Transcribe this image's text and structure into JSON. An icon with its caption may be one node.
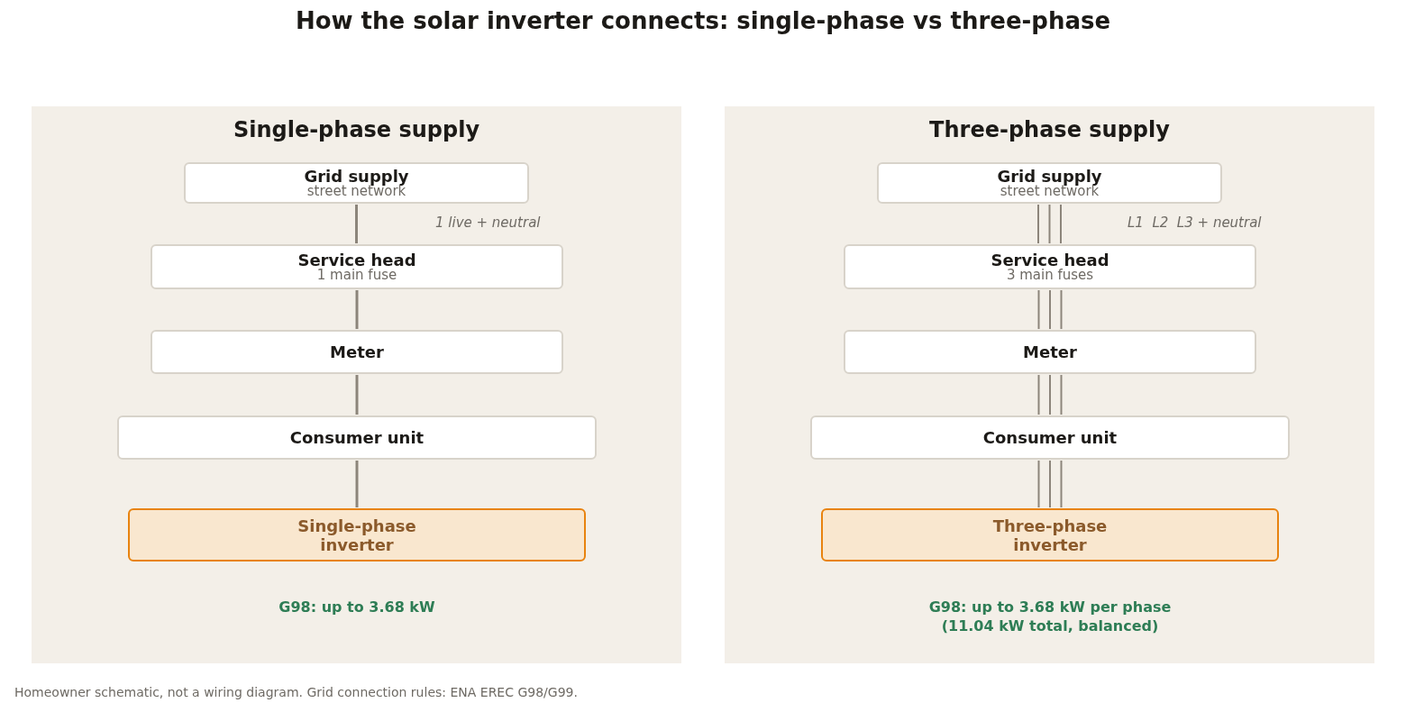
{
  "diagram": {
    "title": "How the solar inverter connects: single-phase vs three-phase",
    "caption": "Homeowner schematic, not a wiring diagram. Grid connection rules: ENA EREC G98/G99.",
    "nodes": [
      {
        "text": [
          "Single-phase supply"
        ]
      },
      {
        "text": [
          "Grid supply",
          "street network"
        ],
        "in": 0
      },
      {
        "text": [
          "Service head",
          "1 main fuse"
        ],
        "in": 0
      },
      {
        "text": [
          "Meter"
        ],
        "in": 0
      },
      {
        "text": [
          "Consumer unit"
        ],
        "in": 0
      },
      {
        "text": [
          "Single-phase inverter"
        ],
        "in": 0,
        "beside": [
          "G98: up to 3.68 kW"
        ]
      },
      {
        "text": [
          "Three-phase supply"
        ]
      },
      {
        "text": [
          "Grid supply",
          "street network"
        ],
        "in": 6
      },
      {
        "text": [
          "Service head",
          "3 main fuses"
        ],
        "in": 6
      },
      {
        "text": [
          "Meter"
        ],
        "in": 6
      },
      {
        "text": [
          "Consumer unit"
        ],
        "in": 6
      },
      {
        "text": [
          "Three-phase inverter"
        ],
        "in": 6,
        "beside": [
          "G98: up to 3.68 kW per phase (11.04 kW total, balanced)"
        ]
      }
    ],
    "edges": [
      {
        "from": 1,
        "to": 2,
        "arrow": "none"
      },
      {
        "from": 2,
        "to": 3,
        "arrow": "none"
      },
      {
        "from": 3,
        "to": 4,
        "arrow": "none"
      },
      {
        "from": 4,
        "to": 5,
        "arrow": "none"
      },
      {
        "from": 7,
        "to": 8,
        "arrow": "none"
      },
      {
        "from": 7,
        "to": 8,
        "arrow": "none"
      },
      {
        "from": 7,
        "to": 8,
        "arrow": "none"
      },
      {
        "from": 8,
        "to": 9,
        "arrow": "none"
      },
      {
        "from": 8,
        "to": 9,
        "arrow": "none"
      },
      {
        "from": 8,
        "to": 9,
        "arrow": "none"
      },
      {
        "from": 9,
        "to": 10,
        "arrow": "none"
      },
      {
        "from": 9,
        "to": 10,
        "arrow": "none"
      },
      {
        "from": 9,
        "to": 10,
        "arrow": "none"
      },
      {
        "from": 10,
        "to": 11,
        "arrow": "none"
      },
      {
        "from": 10,
        "to": 11,
        "arrow": "none"
      },
      {
        "from": 10,
        "to": 11,
        "arrow": "none"
      }
    ],
    "labels": [
      "1 live + neutral",
      "L1  L2  L3 + neutral"
    ]
  }
}
